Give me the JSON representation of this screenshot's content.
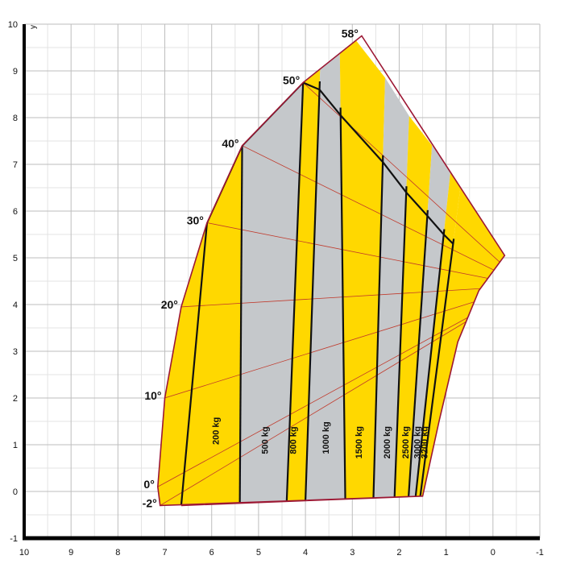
{
  "chart_data": {
    "type": "load chart",
    "x": {
      "min": -1,
      "max": 10,
      "reversed": true,
      "ticks": [
        10,
        9,
        8,
        7,
        6,
        5,
        4,
        3,
        2,
        1,
        0,
        -1
      ]
    },
    "y": {
      "min": -1,
      "max": 10,
      "label": "y",
      "ticks": [
        10,
        9,
        8,
        7,
        6,
        5,
        4,
        3,
        2,
        1,
        0,
        -1
      ]
    },
    "grid": true,
    "pivot": [
      -0.7,
      4.4
    ],
    "angle_marks": [
      {
        "label": "-2°",
        "x": 7.1,
        "y": -0.3
      },
      {
        "label": "0°",
        "x": 7.15,
        "y": 0.1
      },
      {
        "label": "10°",
        "x": 7.0,
        "y": 2.0
      },
      {
        "label": "20°",
        "x": 6.65,
        "y": 3.95
      },
      {
        "label": "30°",
        "x": 6.1,
        "y": 5.75
      },
      {
        "label": "40°",
        "x": 5.35,
        "y": 7.4
      },
      {
        "label": "50°",
        "x": 4.05,
        "y": 8.75
      },
      {
        "label": "58°",
        "x": 2.8,
        "y": 9.75
      }
    ],
    "envelope": {
      "outer_arc": [
        [
          7.1,
          -0.3
        ],
        [
          7.15,
          0.1
        ],
        [
          7.0,
          2.0
        ],
        [
          6.65,
          3.95
        ],
        [
          6.1,
          5.75
        ],
        [
          5.35,
          7.4
        ],
        [
          4.05,
          8.75
        ],
        [
          2.8,
          9.75
        ]
      ],
      "top_line": [
        [
          2.8,
          9.75
        ],
        [
          -0.25,
          5.05
        ]
      ],
      "inner_arc": [
        [
          -0.25,
          5.05
        ],
        [
          0.3,
          4.3
        ],
        [
          0.75,
          3.2
        ],
        [
          1.15,
          1.5
        ],
        [
          1.5,
          -0.1
        ]
      ],
      "bottom_line": [
        [
          1.5,
          -0.1
        ],
        [
          6.65,
          -0.3
        ]
      ]
    },
    "capacity_bands": [
      {
        "label": "200 kg",
        "fill": "#FFD800",
        "top": [
          6.1,
          5.75
        ],
        "bottom": [
          6.65,
          -0.3
        ],
        "label_at": [
          5.85,
          1.0
        ]
      },
      {
        "label": "500 kg",
        "fill": "#C5C8CB",
        "top": [
          5.35,
          7.4
        ],
        "bottom": [
          5.4,
          -0.25
        ],
        "label_at": [
          4.8,
          0.8
        ]
      },
      {
        "label": "800 kg",
        "fill": "#FFD800",
        "top": [
          4.05,
          8.75
        ],
        "bottom": [
          4.4,
          -0.22
        ],
        "label_at": [
          4.2,
          0.8
        ]
      },
      {
        "label": "1000 kg",
        "fill": "#C5C8CB",
        "top": [
          3.7,
          8.6
        ],
        "bottom": [
          4.0,
          -0.2
        ],
        "label_at": [
          3.5,
          0.8
        ]
      },
      {
        "label": "1500 kg",
        "fill": "#FFD800",
        "top": [
          3.25,
          8.05
        ],
        "bottom": [
          3.15,
          -0.18
        ],
        "label_at": [
          2.8,
          0.7
        ]
      },
      {
        "label": "2000 kg",
        "fill": "#C5C8CB",
        "top": [
          2.35,
          7.05
        ],
        "bottom": [
          2.55,
          -0.16
        ],
        "label_at": [
          2.2,
          0.7
        ]
      },
      {
        "label": "2500 kg",
        "fill": "#FFD800",
        "top": [
          1.85,
          6.4
        ],
        "bottom": [
          2.1,
          -0.14
        ],
        "label_at": [
          1.8,
          0.7
        ]
      },
      {
        "label": "3000 kg",
        "fill": "#C5C8CB",
        "top": [
          1.4,
          5.9
        ],
        "bottom": [
          1.8,
          -0.12
        ],
        "label_at": [
          1.55,
          0.7
        ]
      },
      {
        "label": "3200 kg",
        "fill": "#FFD800",
        "top": [
          1.05,
          5.5
        ],
        "bottom": [
          1.65,
          -0.11
        ],
        "label_at": [
          1.4,
          0.7
        ]
      }
    ],
    "band_edges_extra": [
      {
        "top": [
          0.85,
          5.3
        ],
        "bottom": [
          1.55,
          -0.1
        ]
      }
    ],
    "outline_color": "#9C1733",
    "guide_color": "#C0392B"
  }
}
